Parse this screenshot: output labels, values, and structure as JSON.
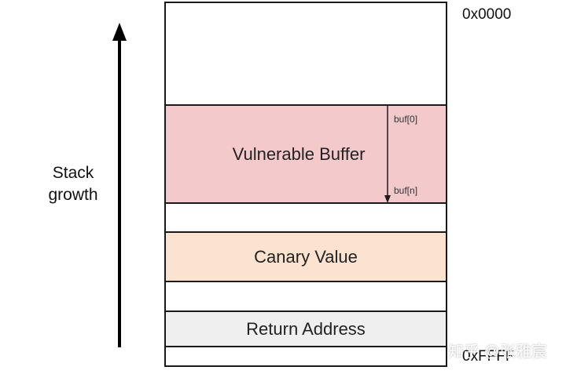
{
  "addresses": {
    "top": "0x0000",
    "bottom": "0xFFFF"
  },
  "regions": {
    "vulnerable_buffer": "Vulnerable Buffer",
    "canary_value": "Canary Value",
    "return_address": "Return Address"
  },
  "buffer_indices": {
    "start": "buf[0]",
    "end": "buf[n]"
  },
  "growth": {
    "line1": "Stack",
    "line2": "growth"
  },
  "watermark": "知乎 @张雅宸",
  "colors": {
    "buffer": "#f4c9cc",
    "canary": "#fce3cf",
    "return_address": "#efefef",
    "outline": "#1a1a1a"
  }
}
